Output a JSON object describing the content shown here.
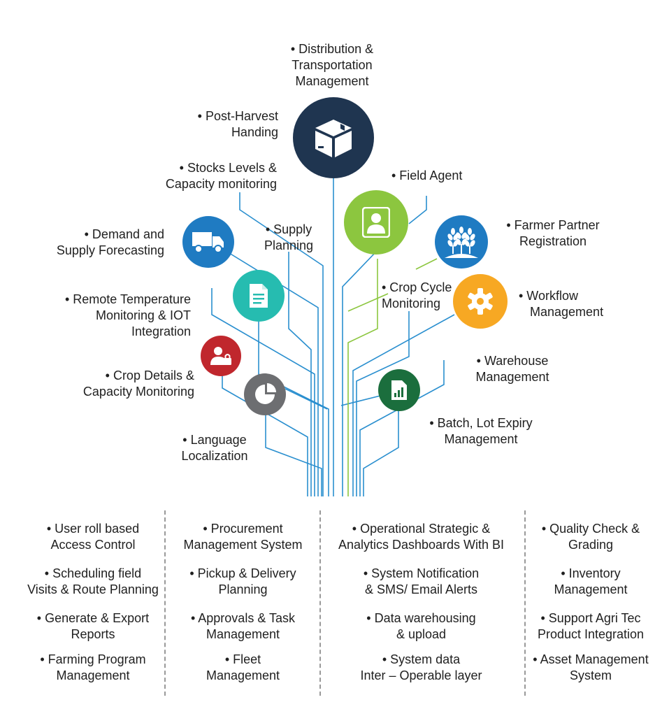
{
  "colors": {
    "navy": "#1f3550",
    "green": "#8cc63f",
    "blue": "#1f7bc2",
    "orange": "#f7a823",
    "teal": "#26bcb0",
    "red": "#c0272d",
    "gray": "#6d6e71",
    "darkgreen": "#1b6e3d",
    "line_blue": "#2a8fcf",
    "line_green": "#8cc63f"
  },
  "nodes": {
    "distribution": {
      "icon": "box-icon",
      "label": [
        "• Distribution &",
        "Transportation",
        "Management"
      ]
    },
    "post_harvest": {
      "label": [
        "• Post-Harvest",
        "Handing"
      ]
    },
    "stocks": {
      "label": [
        "• Stocks Levels &",
        "Capacity monitoring"
      ]
    },
    "field_agent": {
      "icon": "person-icon",
      "label": [
        "• Field Agent"
      ]
    },
    "supply_planning": {
      "label": [
        "• Supply",
        "Planning"
      ]
    },
    "demand": {
      "icon": "truck-icon",
      "label": [
        "• Demand and",
        "Supply Forecasting"
      ]
    },
    "farmer": {
      "icon": "wheat-icon",
      "label": [
        "• Farmer Partner",
        "Registration"
      ]
    },
    "remote_temp": {
      "icon": "document-icon",
      "label": [
        "• Remote Temperature",
        "Monitoring & IOT",
        "Integration"
      ]
    },
    "crop_cycle": {
      "label": [
        "• Crop Cycle",
        "Monitoring"
      ]
    },
    "workflow": {
      "icon": "gear-icon",
      "label": [
        "• Workflow",
        "Management"
      ]
    },
    "crop_details": {
      "icon": "user-lock-icon",
      "label": [
        "• Crop Details &",
        "Capacity Monitoring"
      ]
    },
    "warehouse": {
      "label": [
        "• Warehouse",
        "Management"
      ]
    },
    "language": {
      "icon": "pie-chart-icon",
      "label": [
        "• Language",
        "Localization"
      ]
    },
    "batch": {
      "icon": "report-chart-icon",
      "label": [
        "• Batch, Lot Expiry",
        "Management"
      ]
    }
  },
  "bottom": {
    "col1": [
      [
        "• User roll based",
        "Access Control"
      ],
      [
        "• Scheduling field",
        "Visits & Route Planning"
      ],
      [
        "• Generate & Export",
        "Reports"
      ],
      [
        "• Farming Program",
        "Management"
      ]
    ],
    "col2": [
      [
        "• Procurement",
        "Management System"
      ],
      [
        "• Pickup & Delivery",
        "Planning"
      ],
      [
        "• Approvals & Task",
        "Management"
      ],
      [
        "• Fleet",
        "Management"
      ]
    ],
    "col3": [
      [
        "• Operational Strategic &",
        "Analytics Dashboards With BI"
      ],
      [
        "• System Notification",
        "& SMS/ Email Alerts"
      ],
      [
        "• Data warehousing",
        "& upload"
      ],
      [
        "• System data",
        "Inter – Operable layer"
      ]
    ],
    "col4": [
      [
        "• Quality Check &",
        "Grading"
      ],
      [
        "• Inventory",
        "Management"
      ],
      [
        "• Support Agri Tec",
        "Product Integration"
      ],
      [
        "• Asset Management",
        "System"
      ]
    ]
  }
}
